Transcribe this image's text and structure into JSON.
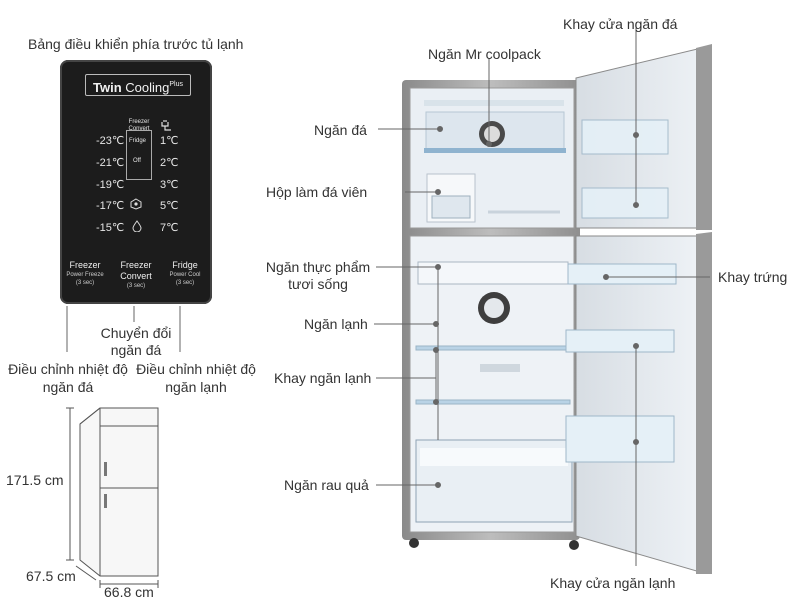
{
  "panel": {
    "title": "Bảng điều khiển phía trước tủ lạnh",
    "brand_twin": "Twin",
    "brand_cooling": "Cooling",
    "brand_plus": "Plus",
    "mode_freezer_convert": "Freezer Convert",
    "mode_fridge": "Fridge",
    "mode_off": "Off",
    "freezer_temps": [
      "-23℃",
      "-21℃",
      "-19℃",
      "-17℃",
      "-15℃"
    ],
    "fridge_temps": [
      "1℃",
      "2℃",
      "3℃",
      "5℃",
      "7℃"
    ],
    "icons": [
      "power-plug-icon",
      "freeze-flake-icon",
      "droplet-icon"
    ],
    "buttons": [
      {
        "title": "Freezer",
        "sub1": "Power Freeze",
        "sub2": "(3 sec)"
      },
      {
        "title": "Freezer Convert",
        "sub1": "(3 sec)",
        "sub2": ""
      },
      {
        "title": "Fridge",
        "sub1": "Power Cool",
        "sub2": "(3 sec)"
      }
    ]
  },
  "panel_callouts": {
    "convert": "Chuyển đổi ngăn đá",
    "freezer_adjust": "Điều chỉnh nhiệt độ ngăn đá",
    "fridge_adjust": "Điều chỉnh nhiệt độ ngăn lạnh"
  },
  "dimensions": {
    "height": "171.5 cm",
    "depth": "67.5 cm",
    "width": "66.8 cm"
  },
  "fridge_labels": {
    "coolpack": "Ngăn Mr coolpack",
    "freezer_door_tray": "Khay cửa ngăn đá",
    "freezer": "Ngăn đá",
    "ice_box": "Hộp làm đá viên",
    "fresh_food": "Ngăn thực phẩm tươi sống",
    "egg_tray": "Khay trứng",
    "fridge": "Ngăn lạnh",
    "fridge_shelf": "Khay ngăn lạnh",
    "crisper": "Ngăn rau quả",
    "fridge_door_tray": "Khay cửa ngăn lạnh"
  },
  "colors": {
    "panel_bg": "#1c1c1c",
    "body_steel": "#9a9a9a",
    "interior": "#eef2f6",
    "shelf_blue": "#b9d3e6",
    "label": "#333333"
  }
}
